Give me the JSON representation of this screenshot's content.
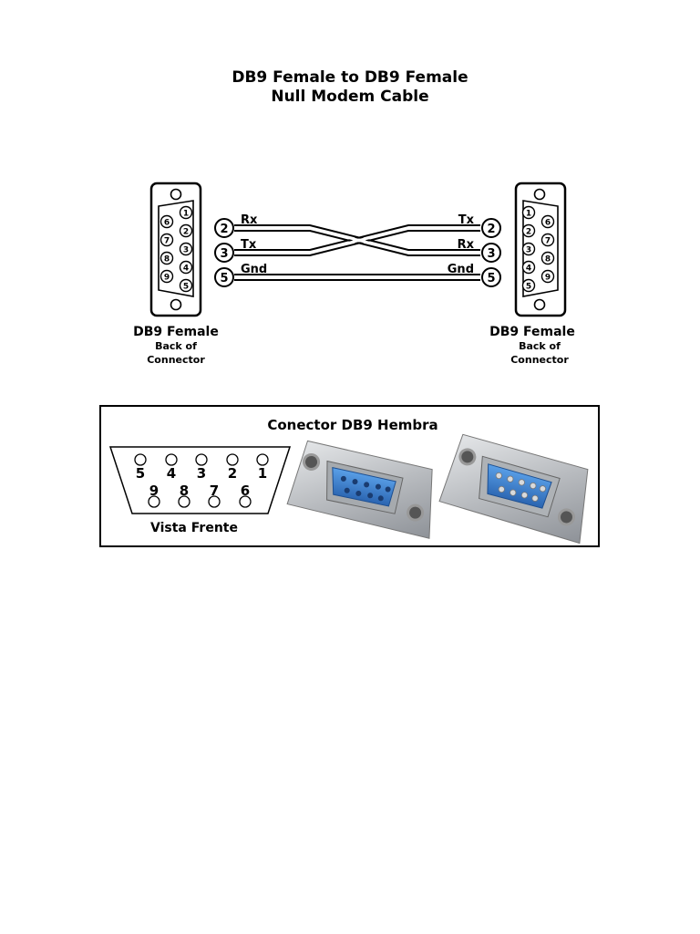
{
  "title": {
    "line1": "DB9 Female to DB9 Female",
    "line2": "Null Modem Cable"
  },
  "left_connector": {
    "name": "DB9 Female",
    "caption_line1": "Back of",
    "caption_line2": "Connector",
    "pins_row_a": [
      "1",
      "2",
      "3",
      "4",
      "5"
    ],
    "pins_row_b": [
      "6",
      "7",
      "8",
      "9"
    ]
  },
  "right_connector": {
    "name": "DB9 Female",
    "caption_line1": "Back of",
    "caption_line2": "Connector",
    "pins_row_a": [
      "1",
      "2",
      "3",
      "4",
      "5"
    ],
    "pins_row_b": [
      "6",
      "7",
      "8",
      "9"
    ]
  },
  "wiring": [
    {
      "left_pin": "2",
      "left_label": "Rx",
      "right_pin": "2",
      "right_label": "Tx"
    },
    {
      "left_pin": "3",
      "left_label": "Tx",
      "right_pin": "3",
      "right_label": "Rx"
    },
    {
      "left_pin": "5",
      "left_label": "Gnd",
      "right_pin": "5",
      "right_label": "Gnd"
    }
  ],
  "front_panel": {
    "title": "Conector DB9 Hembra",
    "view_label": "Vista Frente",
    "top_row": [
      "5",
      "4",
      "3",
      "2",
      "1"
    ],
    "bottom_row": [
      "9",
      "8",
      "7",
      "6"
    ],
    "photo_colors": {
      "metal": "#c9ccd0",
      "insert": "#3f86d6",
      "insert_dark": "#2a64b0"
    }
  }
}
